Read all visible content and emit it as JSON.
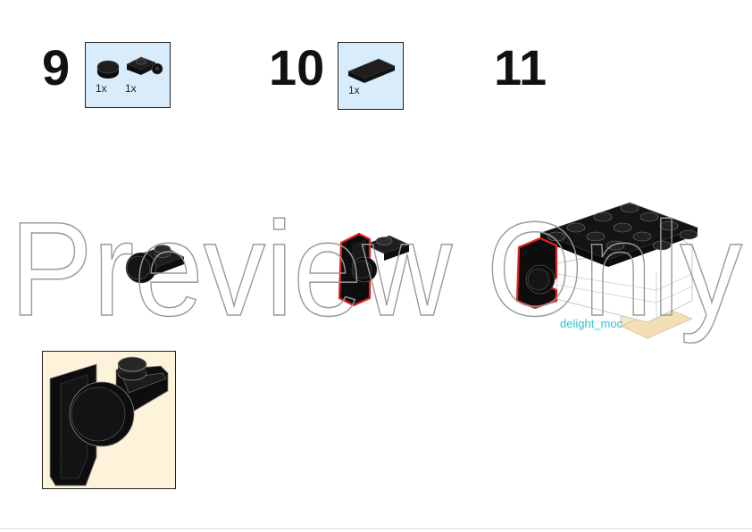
{
  "steps": [
    {
      "number": "9",
      "parts": [
        {
          "qty": "1x",
          "icon": "round-plate-1x1-icon"
        },
        {
          "qty": "1x",
          "icon": "plate-with-clip-icon"
        }
      ]
    },
    {
      "number": "10",
      "parts": [
        {
          "qty": "1x",
          "icon": "flat-tile-1x2-icon"
        }
      ]
    },
    {
      "number": "11"
    }
  ],
  "watermark": "Preview Only",
  "credit": "delight_moc",
  "colors": {
    "parts_bg": "#d8ecfb",
    "callout_bg": "#fdf2da",
    "brick": "#0d0d0d",
    "highlight": "#e02020",
    "credit": "#2ac4d6",
    "tan": "#f3dfb6"
  }
}
